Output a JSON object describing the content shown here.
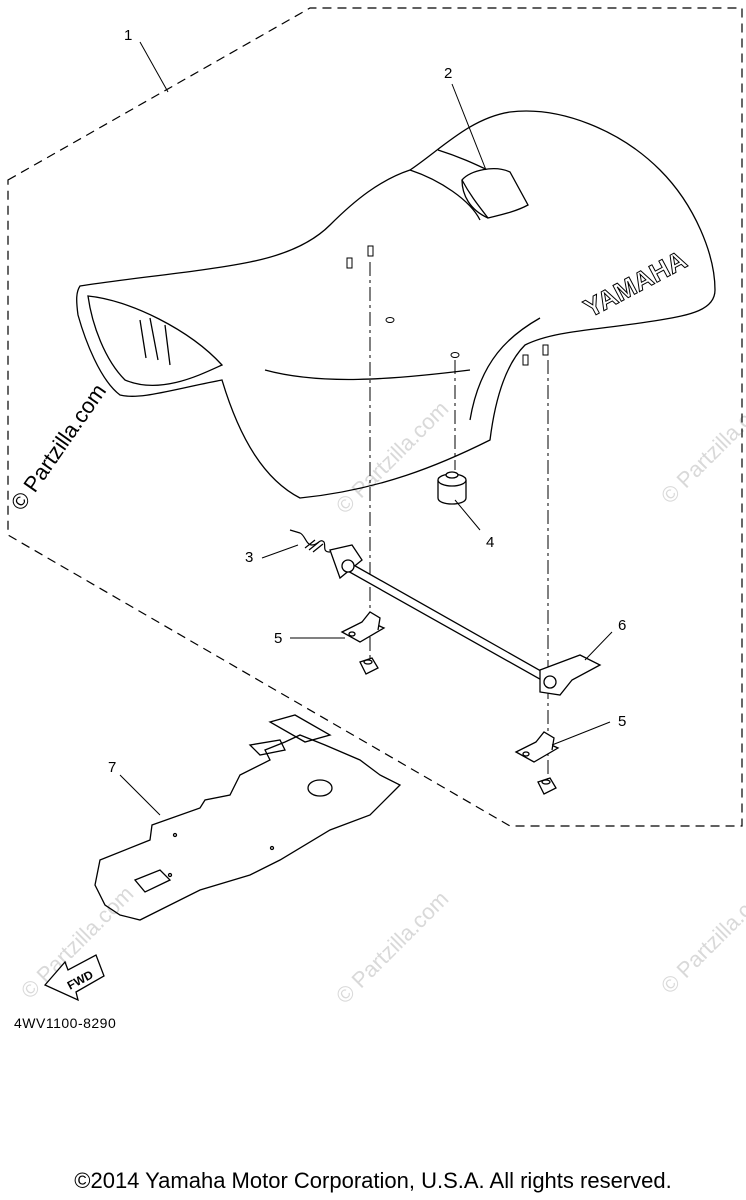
{
  "callouts": {
    "c1": "1",
    "c2": "2",
    "c3": "3",
    "c4": "4",
    "c5a": "5",
    "c5b": "5",
    "c6": "6",
    "c7": "7"
  },
  "seat_brand": "YAMAHA",
  "fwd_label": "FWD",
  "watermark": "© Partzilla.com",
  "diagram_code": "4WV1100-8290",
  "copyright": "©2014  Yamaha Motor Corporation, U.S.A. All rights reserved.",
  "colors": {
    "line": "#000000",
    "watermark": "#d9d9d9"
  }
}
